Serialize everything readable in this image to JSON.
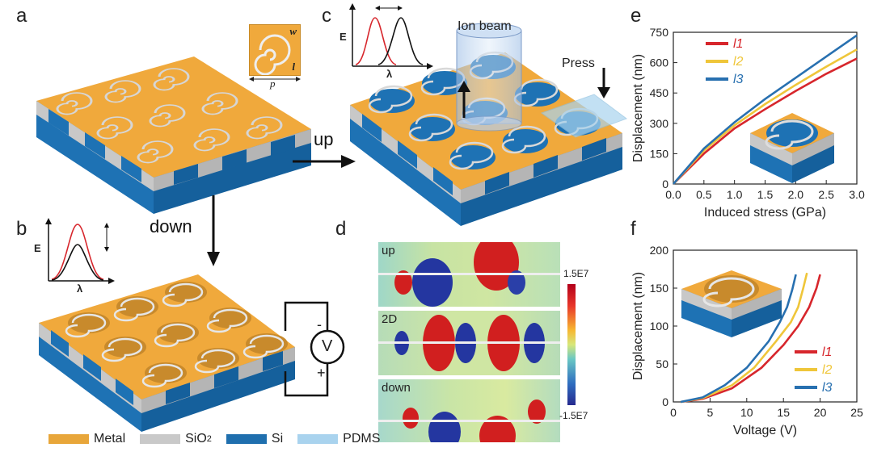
{
  "panels": {
    "a": "a",
    "b": "b",
    "c": "c",
    "d": "d",
    "e": "e",
    "f": "f"
  },
  "labels": {
    "up": "up",
    "down": "down",
    "ion_beam": "Ion beam",
    "press": "Press",
    "inset_w": "w",
    "inset_l": "l",
    "inset_p": "p",
    "spec_E": "E",
    "spec_lambda": "λ",
    "voltage_symbol": "V",
    "minus": "-",
    "plus": "+"
  },
  "field_maps": {
    "up": "up",
    "mid": "2D",
    "down": "down",
    "cbar_max": "1.5E7",
    "cbar_min": "-1.5E7"
  },
  "legend_bottom": [
    {
      "label": "Metal",
      "color": "#E8A63A"
    },
    {
      "label": "SiO",
      "sub": "2",
      "color": "#C9C9C9"
    },
    {
      "label": "Si",
      "color": "#1F6FAE"
    },
    {
      "label": "PDMS",
      "color": "#A9D3EE"
    }
  ],
  "colors": {
    "metal": "#F0A93C",
    "sio2": "#C8C8C8",
    "si": "#1E72B4",
    "red": "#D7262C",
    "yellow": "#EFC63A",
    "blue": "#2870B0"
  },
  "chart_data": [
    {
      "type": "line",
      "panel": "e",
      "xlabel": "Induced stress (GPa)",
      "ylabel": "Displacement (nm)",
      "xlim": [
        0,
        3.0
      ],
      "ylim": [
        0,
        750
      ],
      "xticks": [
        "0.0",
        "0.5",
        "1.0",
        "1.5",
        "2.0",
        "2.5",
        "3.0"
      ],
      "yticks": [
        "0",
        "150",
        "300",
        "450",
        "600",
        "750"
      ],
      "legend_position": "top-right",
      "series": [
        {
          "name": "l1",
          "color": "#D7262C",
          "x": [
            0,
            0.5,
            1.0,
            1.5,
            2.0,
            2.5,
            3.0
          ],
          "y": [
            0,
            150,
            275,
            370,
            460,
            545,
            620
          ]
        },
        {
          "name": "l2",
          "color": "#EFC63A",
          "x": [
            0,
            0.5,
            1.0,
            1.5,
            2.0,
            2.5,
            3.0
          ],
          "y": [
            0,
            165,
            290,
            395,
            490,
            580,
            665
          ]
        },
        {
          "name": "l3",
          "color": "#2870B0",
          "x": [
            0,
            0.5,
            1.0,
            1.5,
            2.0,
            2.5,
            3.0
          ],
          "y": [
            0,
            175,
            305,
            420,
            525,
            630,
            735
          ]
        }
      ]
    },
    {
      "type": "line",
      "panel": "f",
      "xlabel": "Voltage (V)",
      "ylabel": "Displacement (nm)",
      "xlim": [
        0,
        25
      ],
      "ylim": [
        0,
        200
      ],
      "xticks": [
        "0",
        "5",
        "10",
        "15",
        "20",
        "25"
      ],
      "yticks": [
        "0",
        "50",
        "100",
        "150",
        "200"
      ],
      "legend_position": "bottom-right",
      "series": [
        {
          "name": "l1",
          "color": "#D7262C",
          "x": [
            1,
            4,
            8,
            12,
            15,
            17,
            18.5,
            19.5,
            20
          ],
          "y": [
            0,
            4,
            18,
            45,
            75,
            100,
            125,
            150,
            168
          ]
        },
        {
          "name": "l2",
          "color": "#EFC63A",
          "x": [
            1,
            4,
            8,
            11,
            14,
            16,
            17,
            17.7,
            18.2
          ],
          "y": [
            0,
            5,
            22,
            45,
            80,
            105,
            125,
            150,
            170
          ]
        },
        {
          "name": "l3",
          "color": "#2870B0",
          "x": [
            1,
            4,
            7,
            10,
            13,
            14.5,
            15.5,
            16.2,
            16.7
          ],
          "y": [
            0,
            6,
            22,
            45,
            80,
            105,
            125,
            148,
            168
          ]
        }
      ]
    }
  ]
}
